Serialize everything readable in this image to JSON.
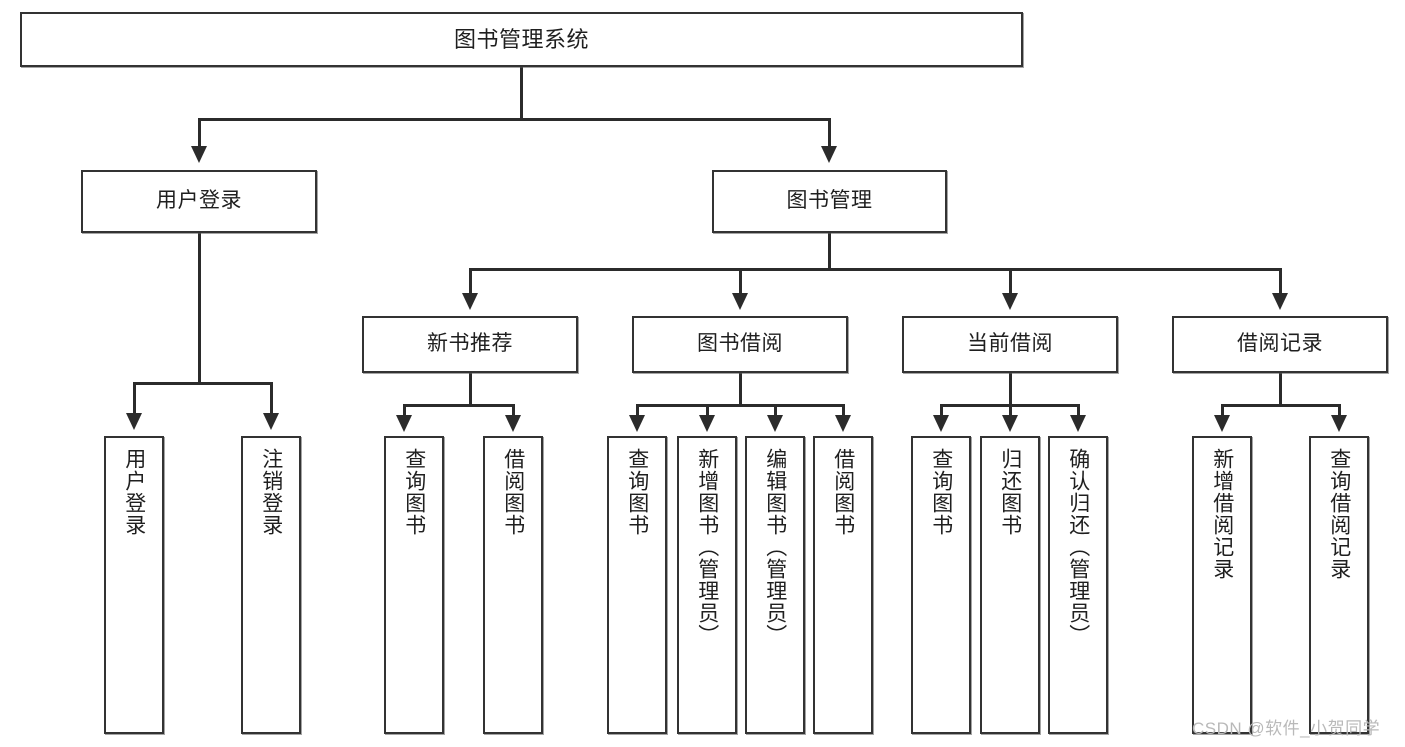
{
  "diagram": {
    "title_label": "图书管理系统",
    "level2": [
      {
        "key": "user-login",
        "label": "用户登录"
      },
      {
        "key": "book-management",
        "label": "图书管理"
      }
    ],
    "level3": [
      {
        "key": "new-book-recommend",
        "label": "新书推荐"
      },
      {
        "key": "book-borrow",
        "label": "图书借阅"
      },
      {
        "key": "current-borrow",
        "label": "当前借阅"
      },
      {
        "key": "borrow-record",
        "label": "借阅记录"
      }
    ],
    "leaves": [
      {
        "key": "user-login-leaf",
        "label": "用户登录"
      },
      {
        "key": "logout-leaf",
        "label": "注销登录"
      },
      {
        "key": "query-book-rec",
        "label": "查询图书"
      },
      {
        "key": "borrow-book-rec",
        "label": "借阅图书"
      },
      {
        "key": "query-book-borrow",
        "label": "查询图书"
      },
      {
        "key": "add-book-admin",
        "label": "新增图书（管理员）"
      },
      {
        "key": "edit-book-admin",
        "label": "编辑图书（管理员）"
      },
      {
        "key": "borrow-book",
        "label": "借阅图书"
      },
      {
        "key": "query-book-current",
        "label": "查询图书"
      },
      {
        "key": "return-book",
        "label": "归还图书"
      },
      {
        "key": "confirm-return-admin",
        "label": "确认归还（管理员）"
      },
      {
        "key": "add-borrow-record",
        "label": "新增借阅记录"
      },
      {
        "key": "query-borrow-record",
        "label": "查询借阅记录"
      }
    ]
  },
  "watermark": {
    "text": "CSDN @软件_小贺同学"
  }
}
